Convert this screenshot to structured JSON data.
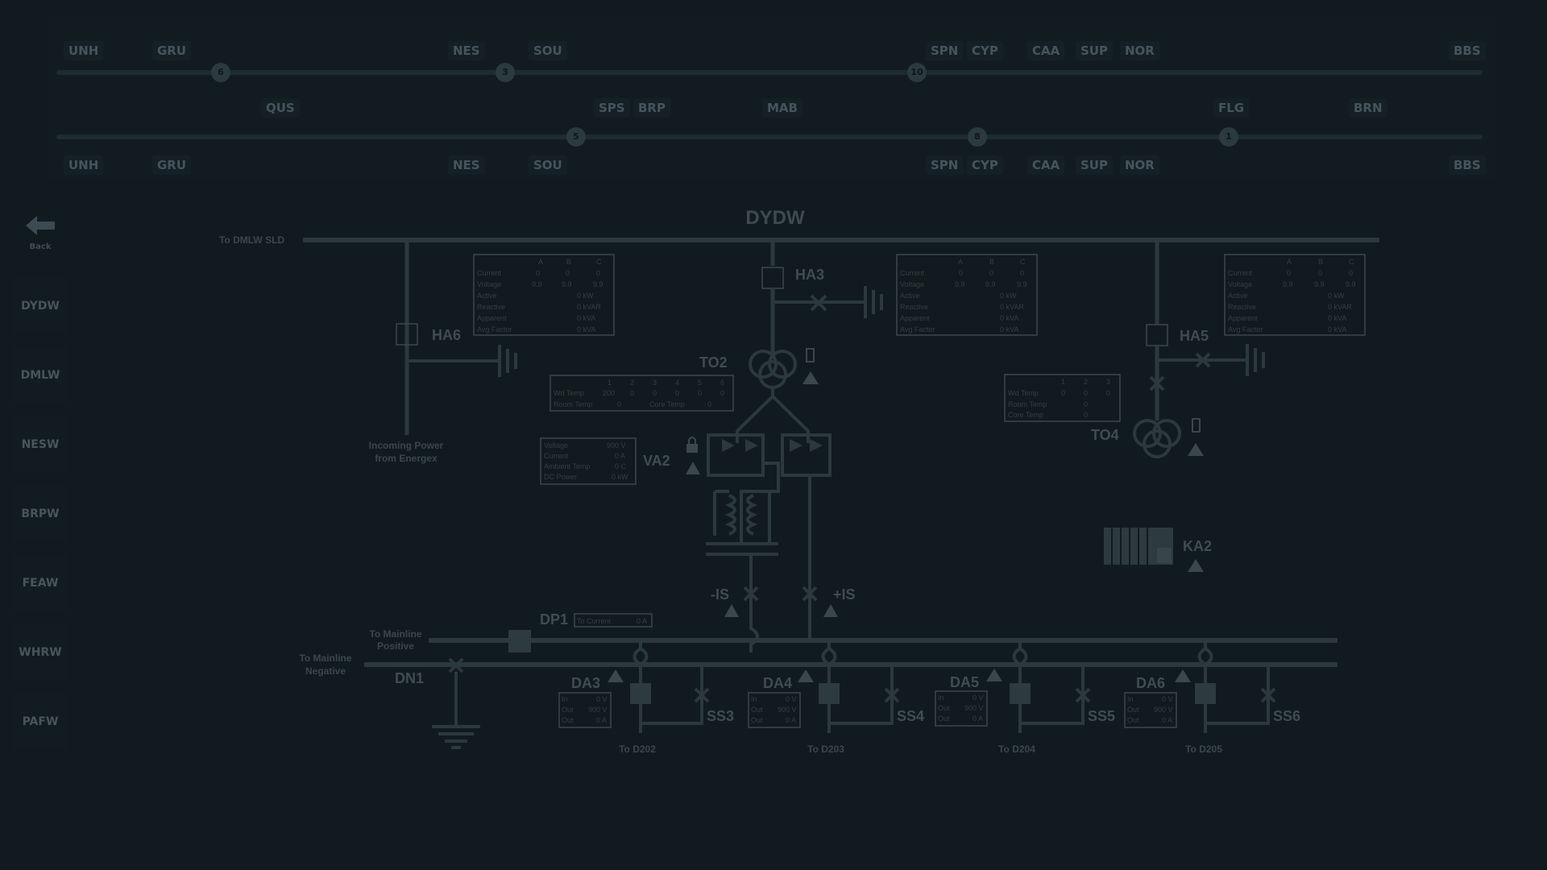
{
  "lines": {
    "top_row": [
      {
        "id": "UNH",
        "label": "UNH"
      },
      {
        "id": "GRU",
        "label": "GRU"
      },
      {
        "id": "NES",
        "label": "NES"
      },
      {
        "id": "SOU",
        "label": "SOU"
      },
      {
        "id": "SPN",
        "label": "SPN"
      },
      {
        "id": "CYP",
        "label": "CYP"
      },
      {
        "id": "CAA",
        "label": "CAA"
      },
      {
        "id": "SUP",
        "label": "SUP"
      },
      {
        "id": "NOR",
        "label": "NOR"
      },
      {
        "id": "BBS",
        "label": "BBS"
      }
    ],
    "middle_row": [
      {
        "id": "QUS",
        "label": "QUS"
      },
      {
        "id": "SPS",
        "label": "SPS"
      },
      {
        "id": "BRP",
        "label": "BRP"
      },
      {
        "id": "MAB",
        "label": "MAB"
      },
      {
        "id": "FLG",
        "label": "FLG"
      },
      {
        "id": "BRN",
        "label": "BRN"
      }
    ],
    "bottom_row": [
      {
        "id": "UNH",
        "label": "UNH"
      },
      {
        "id": "GRU",
        "label": "GRU"
      },
      {
        "id": "NES",
        "label": "NES"
      },
      {
        "id": "SOU",
        "label": "SOU"
      },
      {
        "id": "SPN",
        "label": "SPN"
      },
      {
        "id": "CYP",
        "label": "CYP"
      },
      {
        "id": "CAA",
        "label": "CAA"
      },
      {
        "id": "SUP",
        "label": "SUP"
      },
      {
        "id": "NOR",
        "label": "NOR"
      },
      {
        "id": "BBS",
        "label": "BBS"
      }
    ],
    "upper_track_trains": [
      "6",
      "3",
      "10"
    ],
    "lower_track_trains": [
      "5",
      "8",
      "1"
    ]
  },
  "sidebar": {
    "back_label": "Back",
    "items": [
      {
        "label": "DYDW"
      },
      {
        "label": "DMLW"
      },
      {
        "label": "NESW"
      },
      {
        "label": "BRPW"
      },
      {
        "label": "FEAW"
      },
      {
        "label": "WHRW"
      },
      {
        "label": "PAFW"
      }
    ]
  },
  "diagram": {
    "title": "DYDW",
    "to_dmlw": "To DMLW SLD",
    "incoming_power_1": "Incoming Power",
    "incoming_power_2": "from Energex",
    "to_mainline_positive_1": "To Mainline",
    "to_mainline_positive_2": "Positive",
    "to_mainline_negative_1": "To Mainline",
    "to_mainline_negative_2": "Negative",
    "labels": {
      "ha3": "HA3",
      "ha5": "HA5",
      "ha6": "HA6",
      "to2": "TO2",
      "to4": "TO4",
      "va2": "VA2",
      "ka2": "KA2",
      "dp1": "DP1",
      "dn1": "DN1",
      "neg_is": "-IS",
      "pos_is": "+IS",
      "da3": "DA3",
      "da4": "DA4",
      "da5": "DA5",
      "da6": "DA6",
      "ss3": "SS3",
      "ss4": "SS4",
      "ss5": "SS5",
      "ss6": "SS6",
      "to_d202": "To D202",
      "to_d203": "To D203",
      "to_d204": "To D204",
      "to_d205": "To D205"
    },
    "meter_table": {
      "headers": [
        "A",
        "B",
        "C"
      ],
      "current_label": "Current",
      "voltage_label": "Voltage",
      "active_label": "Active",
      "reactive_label": "Reactive",
      "apparent_label": "Apparent",
      "pf_label": "Avg Factor"
    },
    "meter_left": {
      "current": [
        "0",
        "0",
        "0"
      ],
      "voltage": [
        "9.9",
        "9.9",
        "9.9"
      ],
      "active": "0 kW",
      "reactive": "0 kVAR",
      "apparent": "0 kVA",
      "pf": "0 kVA"
    },
    "meter_mid": {
      "current": [
        "0",
        "0",
        "0"
      ],
      "voltage": [
        "9.9",
        "9.9",
        "9.9"
      ],
      "active": "0 kW",
      "reactive": "0 kVAR",
      "apparent": "0 kVA",
      "pf": "0 kVA"
    },
    "meter_right": {
      "current": [
        "0",
        "0",
        "0"
      ],
      "voltage": [
        "9.9",
        "9.9",
        "9.9"
      ],
      "active": "0 kW",
      "reactive": "0 kVAR",
      "apparent": "0 kVA",
      "pf": "0 kVA"
    },
    "to2_temps": {
      "headers": [
        "1",
        "2",
        "3",
        "4",
        "5",
        "6"
      ],
      "wd_label": "Wd Temp",
      "wd_values": [
        "200",
        "0",
        "0",
        "0",
        "0",
        "0"
      ],
      "room_label": "Room Temp",
      "room_value": "0",
      "core_label": "Core Temp",
      "core_value": "0"
    },
    "to4_temps": {
      "headers": [
        "1",
        "2",
        "3"
      ],
      "wd_label": "Wd Temp",
      "wd_values": [
        "0",
        "0",
        "0"
      ],
      "room_label": "Room Temp",
      "room_value": "0",
      "core_label": "Core Temp",
      "core_value": "0"
    },
    "va2_info": {
      "voltage_label": "Voltage",
      "voltage": "900 V",
      "current_label": "Current",
      "current": "0 A",
      "ambient_label": "Ambient Temp",
      "ambient": "0 C",
      "dc_label": "DC Power",
      "dc": "0 kW"
    },
    "dp1_info": {
      "label": "To Current",
      "value": "0 A"
    },
    "da_info": {
      "in_label": "In",
      "out_label": "Out",
      "out2_label": "Out",
      "da3": {
        "in": "0 V",
        "out": "900 V",
        "out2": "0 A"
      },
      "da4": {
        "in": "0 V",
        "out": "900 V",
        "out2": "0 A"
      },
      "da5": {
        "in": "0 V",
        "out": "900 V",
        "out2": "0 A"
      },
      "da6": {
        "in": "0 V",
        "out": "900 V",
        "out2": "0 A"
      }
    }
  },
  "colors": {
    "background": "#111a1f",
    "line": "#2b383e",
    "text": "#3f4c53"
  }
}
